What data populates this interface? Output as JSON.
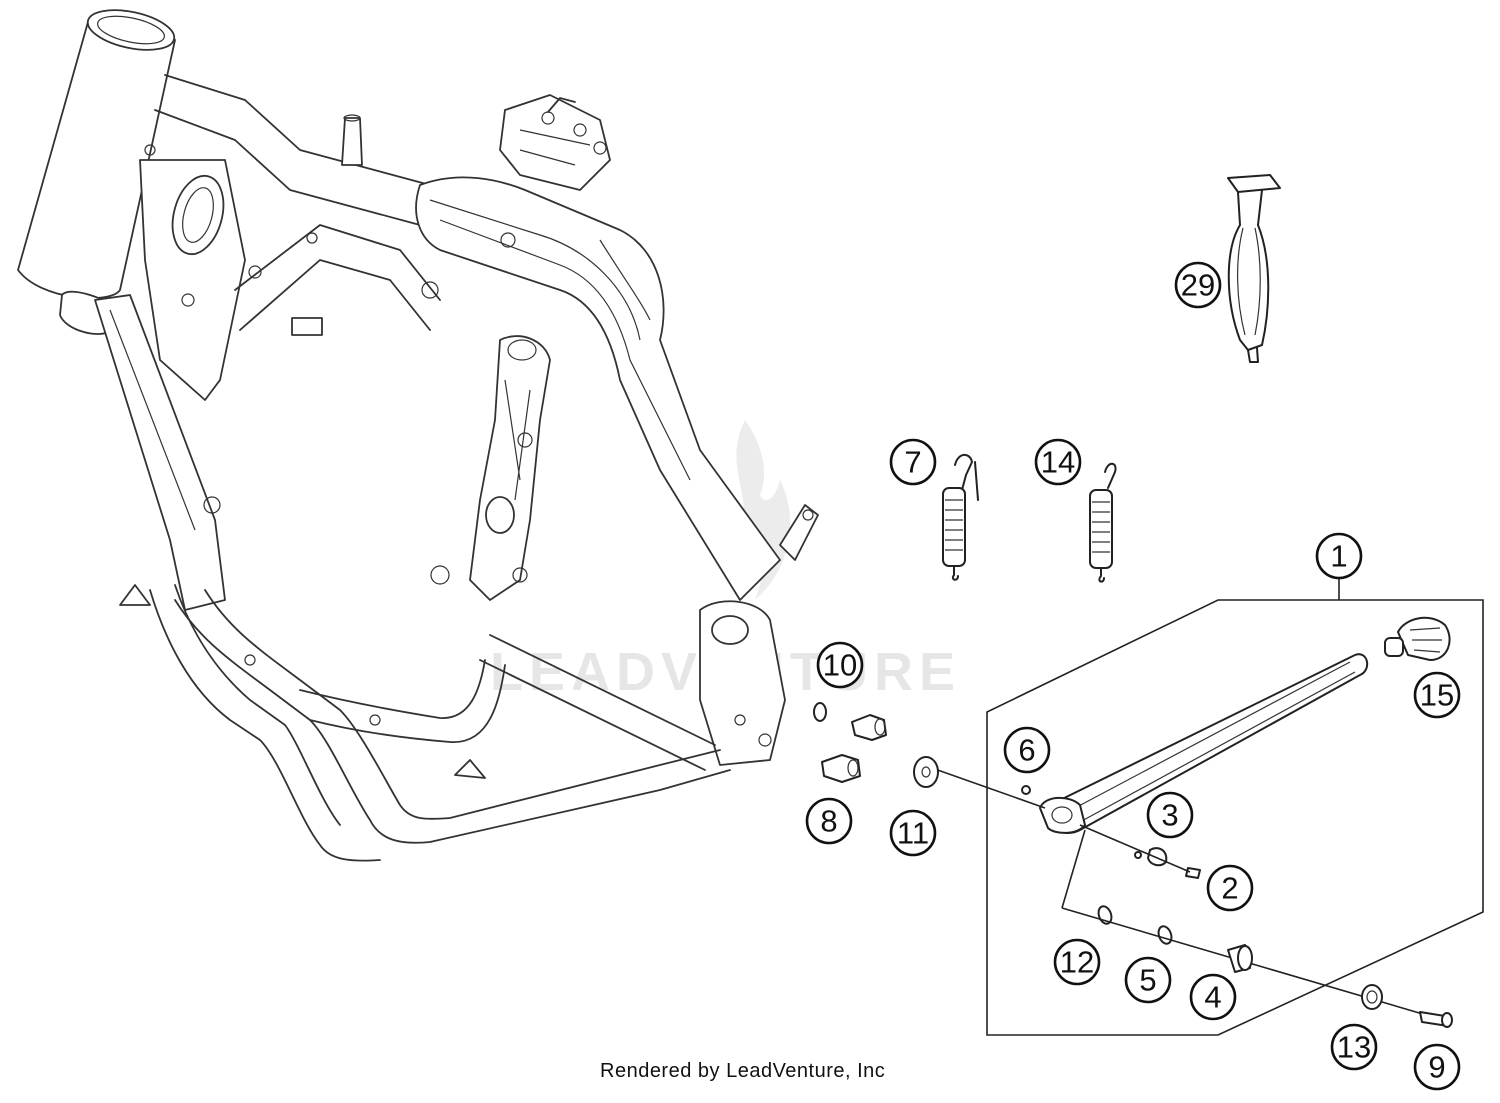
{
  "watermark_text": "LEADVENTURE",
  "credit": "Rendered by LeadVenture, Inc",
  "callouts": {
    "c1": "1",
    "c2": "2",
    "c3": "3",
    "c4": "4",
    "c5": "5",
    "c6": "6",
    "c7": "7",
    "c8": "8",
    "c9": "9",
    "c10": "10",
    "c11": "11",
    "c12": "12",
    "c13": "13",
    "c14": "14",
    "c15": "15",
    "c29": "29"
  },
  "parts": {
    "frame": "Frame",
    "side_stand": "Side stand",
    "spring_7": "Spring",
    "spring_14": "Spring",
    "tool_29": "Tool",
    "bolt_8": "Bolt",
    "bolt_9": "Bolt",
    "washer_11": "Washer",
    "circlip_10": "Circlip",
    "rubber_15": "Rubber pad"
  },
  "icons": {
    "watermark_logo": "flame-icon"
  }
}
